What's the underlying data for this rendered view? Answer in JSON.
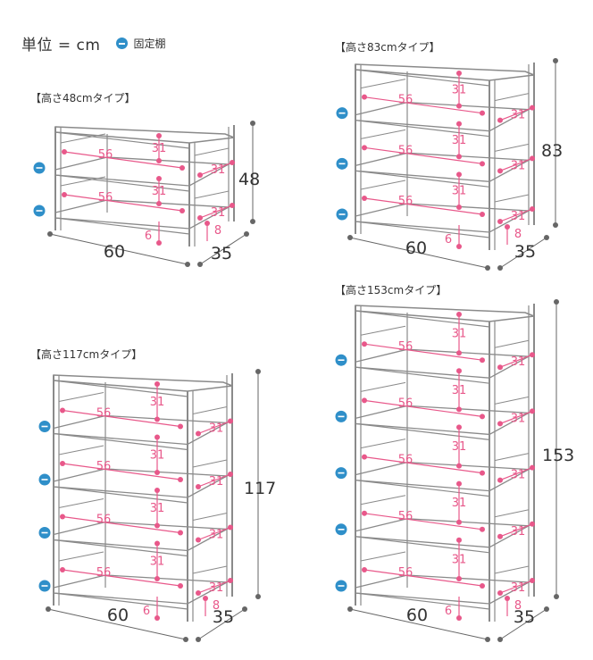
{
  "legend": {
    "unit": "単位 = cm",
    "fixed_label": "固定棚"
  },
  "colors": {
    "frame": "#8a8a8a",
    "pink": "#e8588a",
    "blue": "#2f8fc9",
    "dim": "#666666"
  },
  "panels": [
    {
      "title": "【高さ48cmタイプ】",
      "height": "48",
      "width": "60",
      "depth": "35",
      "shelf_depth": "56",
      "clear_height": "31",
      "side_depth": "31",
      "bottom_gap": "6",
      "leg_gap": "8",
      "shelves": 2
    },
    {
      "title": "【高さ83cmタイプ】",
      "height": "83",
      "width": "60",
      "depth": "35",
      "shelf_depth": "56",
      "clear_height": "31",
      "side_depth": "31",
      "bottom_gap": "6",
      "leg_gap": "8",
      "shelves": 3
    },
    {
      "title": "【高さ117cmタイプ】",
      "height": "117",
      "width": "60",
      "depth": "35",
      "shelf_depth": "56",
      "clear_height": "31",
      "side_depth": "31",
      "bottom_gap": "6",
      "leg_gap": "8",
      "shelves": 4
    },
    {
      "title": "【高さ153cmタイプ】",
      "height": "153",
      "width": "60",
      "depth": "35",
      "shelf_depth": "56",
      "clear_height": "31",
      "side_depth": "31",
      "bottom_gap": "6",
      "leg_gap": "8",
      "shelves": 5
    }
  ]
}
